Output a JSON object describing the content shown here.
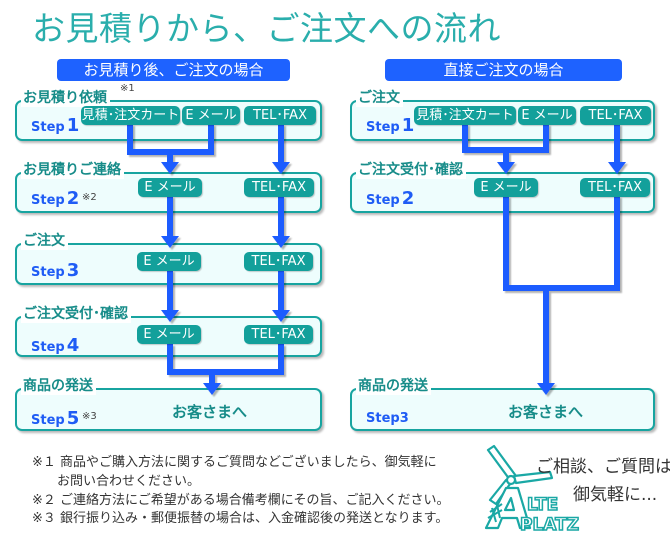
{
  "title": "お見積りから、ご注文への流れ",
  "colors": {
    "title": "#2aaeac",
    "header": "#1e62ff",
    "box_border": "#17a4a0",
    "box_bg": "#eefdfd",
    "chip": "#13a09b",
    "arrow": "#1f5cff",
    "step_text": "#1f5cf5"
  },
  "flows": [
    {
      "header": "お見積り後、ご注文の場合",
      "steps": [
        {
          "label": "お見積り依頼",
          "note": "※1",
          "step": "Step",
          "num": "1",
          "channels": [
            "見積･注文カート",
            "E メール",
            "TEL･FAX"
          ]
        },
        {
          "label": "お見積りご連絡",
          "note": "※2",
          "step": "Step",
          "num": "2",
          "channels": [
            "E メール",
            "TEL･FAX"
          ]
        },
        {
          "label": "ご注文",
          "step": "Step",
          "num": "3",
          "channels": [
            "E メール",
            "TEL･FAX"
          ]
        },
        {
          "label": "ご注文受付･確認",
          "step": "Step",
          "num": "4",
          "channels": [
            "E メール",
            "TEL･FAX"
          ]
        },
        {
          "label": "商品の発送",
          "note": "※3",
          "step": "Step",
          "num": "5",
          "destination": "お客さまへ"
        }
      ]
    },
    {
      "header": "直接ご注文の場合",
      "steps": [
        {
          "label": "ご注文",
          "step": "Step",
          "num": "1",
          "channels": [
            "見積･注文カート",
            "E メール",
            "TEL･FAX"
          ]
        },
        {
          "label": "ご注文受付･確認",
          "step": "Step",
          "num": "2",
          "channels": [
            "E メール",
            "TEL･FAX"
          ]
        },
        {
          "label": "商品の発送",
          "step": "Step",
          "num": "3",
          "destination": "お客さまへ"
        }
      ]
    }
  ],
  "footnotes": [
    {
      "mark": "※１",
      "text": "商品やご購入方法に関するご質問などございましたら、御気軽に",
      "cont": "お問い合わせください。"
    },
    {
      "mark": "※２",
      "text": "ご連絡方法にご希望がある場合備考欄にその旨、ご記入ください。"
    },
    {
      "mark": "※３",
      "text": "銀行振り込み・郵便振替の場合は、入金確認後の発送となります。"
    }
  ],
  "contact": {
    "line1": "ご相談、ご質問は",
    "line2": "御気軽に..."
  },
  "logo": {
    "initial": "A",
    "word1": "LTE",
    "word2": "PLATZ"
  }
}
